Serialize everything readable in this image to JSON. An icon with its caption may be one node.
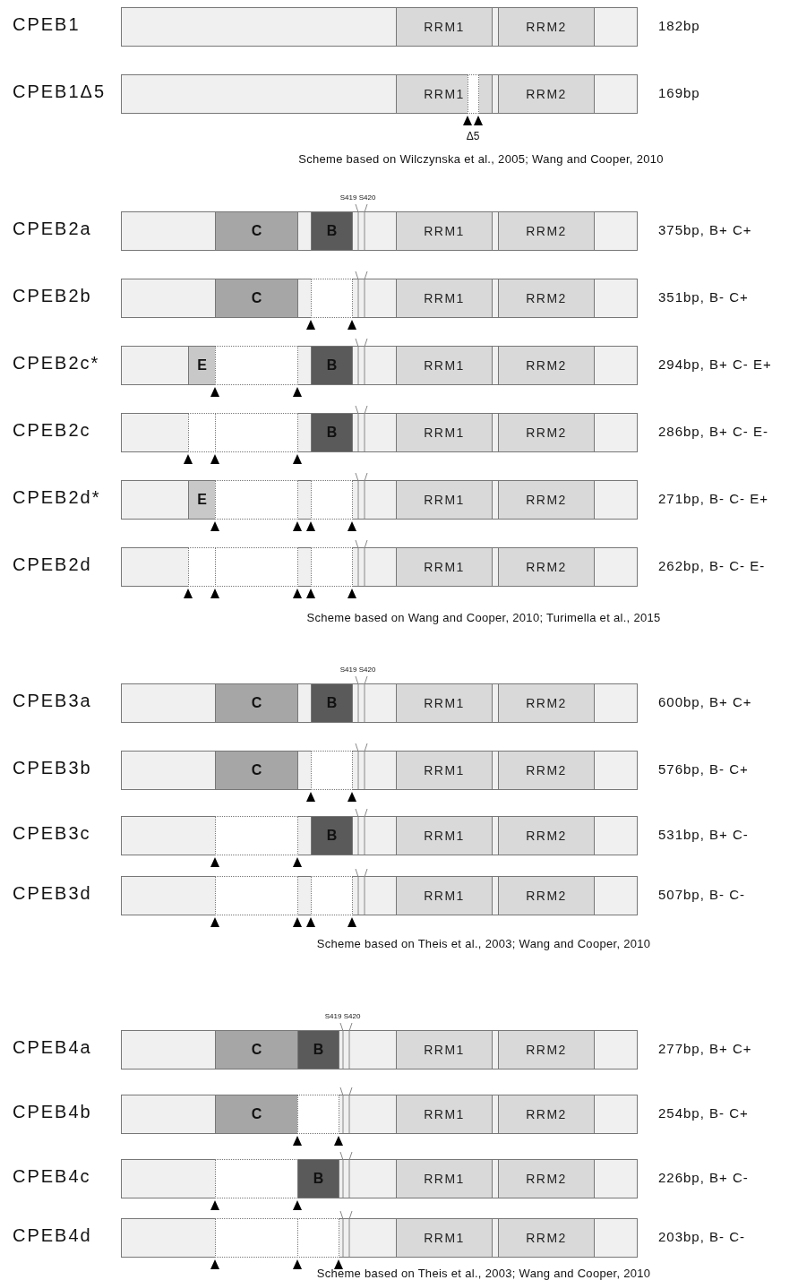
{
  "diagram": {
    "nodes": [
      {
        "text": [],
        "shape": "bar",
        "beside": [
          "CPEB1",
          "182bp"
        ]
      },
      {
        "text": [
          "RRM1"
        ],
        "in": 0
      },
      {
        "text": [
          "RRM2"
        ],
        "in": 0
      },
      {
        "text": [],
        "shape": "bar",
        "beside": [
          "CPEB1Δ5",
          "169bp"
        ]
      },
      {
        "text": [
          "RRM1"
        ],
        "in": 3
      },
      {
        "text": [],
        "shape": "box",
        "in": 4
      },
      {
        "text": [
          "RRM2"
        ],
        "in": 3
      },
      {
        "text": [],
        "shape": "bar",
        "beside": [
          "CPEB2a",
          "375bp, B+ C+"
        ]
      },
      {
        "text": [
          "C"
        ],
        "in": 7
      },
      {
        "text": [
          "B"
        ],
        "in": 7
      },
      {
        "text": [
          "RRM1"
        ],
        "in": 7
      },
      {
        "text": [
          "RRM2"
        ],
        "in": 7
      },
      {
        "text": [],
        "shape": "bar",
        "beside": [
          "CPEB2b",
          "351bp, B- C+"
        ]
      },
      {
        "text": [
          "C"
        ],
        "in": 12
      },
      {
        "text": [],
        "shape": "box",
        "in": 12
      },
      {
        "text": [
          "RRM1"
        ],
        "in": 12
      },
      {
        "text": [
          "RRM2"
        ],
        "in": 12
      },
      {
        "text": [],
        "shape": "bar",
        "beside": [
          "CPEB2c*",
          "294bp, B+ C- E+"
        ]
      },
      {
        "text": [
          "E"
        ],
        "in": 17
      },
      {
        "text": [],
        "shape": "box",
        "in": 17
      },
      {
        "text": [
          "B"
        ],
        "in": 17
      },
      {
        "text": [
          "RRM1"
        ],
        "in": 17
      },
      {
        "text": [
          "RRM2"
        ],
        "in": 17
      },
      {
        "text": [],
        "shape": "bar",
        "beside": [
          "CPEB2c",
          "286bp, B+ C- E-"
        ]
      },
      {
        "text": [],
        "shape": "box",
        "in": 23
      },
      {
        "text": [],
        "shape": "box",
        "in": 23
      },
      {
        "text": [
          "B"
        ],
        "in": 23
      },
      {
        "text": [
          "RRM1"
        ],
        "in": 23
      },
      {
        "text": [
          "RRM2"
        ],
        "in": 23
      },
      {
        "text": [],
        "shape": "bar",
        "beside": [
          "CPEB2d*",
          "271bp, B- C- E+"
        ]
      },
      {
        "text": [
          "E"
        ],
        "in": 29
      },
      {
        "text": [],
        "shape": "box",
        "in": 29
      },
      {
        "text": [],
        "shape": "box",
        "in": 29
      },
      {
        "text": [
          "RRM1"
        ],
        "in": 29
      },
      {
        "text": [
          "RRM2"
        ],
        "in": 29
      },
      {
        "text": [],
        "shape": "bar",
        "beside": [
          "CPEB2d",
          "262bp, B- C- E-"
        ]
      },
      {
        "text": [],
        "shape": "box",
        "in": 35
      },
      {
        "text": [],
        "shape": "box",
        "in": 35
      },
      {
        "text": [],
        "shape": "box",
        "in": 35
      },
      {
        "text": [
          "RRM1"
        ],
        "in": 35
      },
      {
        "text": [
          "RRM2"
        ],
        "in": 35
      },
      {
        "text": [],
        "shape": "bar",
        "beside": [
          "CPEB3a",
          "600bp, B+ C+"
        ]
      },
      {
        "text": [
          "C"
        ],
        "in": 41
      },
      {
        "text": [
          "B"
        ],
        "in": 41
      },
      {
        "text": [
          "RRM1"
        ],
        "in": 41
      },
      {
        "text": [
          "RRM2"
        ],
        "in": 41
      },
      {
        "text": [],
        "shape": "bar",
        "beside": [
          "CPEB3b",
          "576bp, B- C+"
        ]
      },
      {
        "text": [
          "C"
        ],
        "in": 46
      },
      {
        "text": [],
        "shape": "box",
        "in": 46
      },
      {
        "text": [
          "RRM1"
        ],
        "in": 46
      },
      {
        "text": [
          "RRM2"
        ],
        "in": 46
      },
      {
        "text": [],
        "shape": "bar",
        "beside": [
          "CPEB3c",
          "531bp, B+ C-"
        ]
      },
      {
        "text": [],
        "shape": "box",
        "in": 51
      },
      {
        "text": [
          "B"
        ],
        "in": 51
      },
      {
        "text": [
          "RRM1"
        ],
        "in": 51
      },
      {
        "text": [
          "RRM2"
        ],
        "in": 51
      },
      {
        "text": [],
        "shape": "bar",
        "beside": [
          "CPEB3d",
          "507bp, B- C-"
        ]
      },
      {
        "text": [],
        "shape": "box",
        "in": 56
      },
      {
        "text": [],
        "shape": "box",
        "in": 56
      },
      {
        "text": [
          "RRM1"
        ],
        "in": 56
      },
      {
        "text": [
          "RRM2"
        ],
        "in": 56
      },
      {
        "text": [],
        "shape": "bar",
        "beside": [
          "CPEB4a",
          "277bp, B+ C+"
        ]
      },
      {
        "text": [
          "C"
        ],
        "in": 61
      },
      {
        "text": [
          "B"
        ],
        "in": 61
      },
      {
        "text": [
          "RRM1"
        ],
        "in": 61
      },
      {
        "text": [
          "RRM2"
        ],
        "in": 61
      },
      {
        "text": [],
        "shape": "bar",
        "beside": [
          "CPEB4b",
          "254bp, B- C+"
        ]
      },
      {
        "text": [
          "C"
        ],
        "in": 66
      },
      {
        "text": [],
        "shape": "box",
        "in": 66
      },
      {
        "text": [
          "RRM1"
        ],
        "in": 66
      },
      {
        "text": [
          "RRM2"
        ],
        "in": 66
      },
      {
        "text": [],
        "shape": "bar",
        "beside": [
          "CPEB4c",
          "226bp, B+ C-"
        ]
      },
      {
        "text": [],
        "shape": "box",
        "in": 71
      },
      {
        "text": [
          "B"
        ],
        "in": 71
      },
      {
        "text": [
          "RRM1"
        ],
        "in": 71
      },
      {
        "text": [
          "RRM2"
        ],
        "in": 71
      },
      {
        "text": [],
        "shape": "bar",
        "beside": [
          "CPEB4d",
          "203bp, B- C-"
        ]
      },
      {
        "text": [],
        "shape": "box",
        "in": 76
      },
      {
        "text": [],
        "shape": "box",
        "in": 76
      },
      {
        "text": [
          "RRM1"
        ],
        "in": 76
      },
      {
        "text": [
          "RRM2"
        ],
        "in": 76
      }
    ],
    "labels": [
      "Δ5",
      "Scheme based on Wilczynska et al., 2005; Wang and Cooper, 2010",
      "S419",
      "S420",
      "Scheme based on Wang and Cooper, 2010; Turimella et al., 2015",
      "S419",
      "S420",
      "Scheme based on Theis et al., 2003; Wang and Cooper, 2010",
      "S419",
      "S420",
      "Scheme based on Theis et al., 2003; Wang and Cooper, 2010"
    ]
  }
}
